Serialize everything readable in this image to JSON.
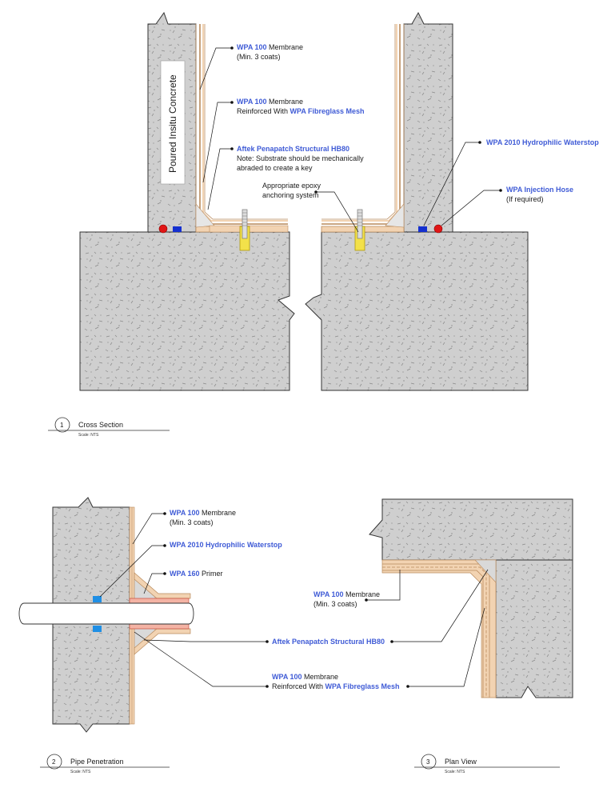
{
  "colors": {
    "concrete": "#cfcfcf",
    "membrane": "#f2d3b2",
    "membrane_edge": "#b98a5c",
    "highlight": "#3f5bd6",
    "waterstop": "#1530d0",
    "hose": "#e01515",
    "anchor": "#f3e14a"
  },
  "cross_section": {
    "wall_label": "Poured Insitu Concrete",
    "labels": {
      "membrane_coats": {
        "brand": "WPA 100",
        "text": " Membrane",
        "sub": "(Min. 3 coats)"
      },
      "membrane_reinforced": {
        "brand": "WPA 100",
        "text": " Membrane",
        "sub_prefix": "Reinforced With ",
        "sub_brand": "WPA Fibreglass Mesh"
      },
      "penapatch": {
        "brand": "Aftek Penapatch Structural HB80",
        "note1": "Note: Substrate should be mechanically",
        "note2": "abraded to create a key"
      },
      "epoxy": {
        "line1": "Appropriate epoxy",
        "line2": "anchoring system"
      },
      "waterstop": {
        "brand": "WPA 2010 Hydrophilic Waterstop"
      },
      "hose": {
        "brand": "WPA Injection Hose",
        "sub": "(If required)"
      }
    },
    "title_block": {
      "number": "1",
      "title": "Cross Section",
      "scale": "Scale: NTS"
    }
  },
  "pipe_penetration": {
    "labels": {
      "membrane_coats": {
        "brand": "WPA 100",
        "text": " Membrane",
        "sub": "(Min. 3 coats)"
      },
      "waterstop": {
        "brand": "WPA 2010 Hydrophilic Waterstop"
      },
      "primer": {
        "brand": "WPA 160",
        "text": " Primer"
      },
      "penapatch": {
        "brand": "Aftek Penapatch Structural HB80"
      },
      "membrane_reinforced": {
        "brand": "WPA 100",
        "text": " Membrane",
        "sub_prefix": "Reinforced With ",
        "sub_brand": "WPA Fibreglass Mesh"
      }
    },
    "title_block": {
      "number": "2",
      "title": "Pipe Penetration",
      "scale": "Scale: NTS"
    }
  },
  "plan_view": {
    "labels": {
      "membrane_coats": {
        "brand": "WPA 100",
        "text": " Membrane",
        "sub": "(Min. 3 coats)"
      }
    },
    "title_block": {
      "number": "3",
      "title": "Plan View",
      "scale": "Scale: NTS"
    }
  }
}
